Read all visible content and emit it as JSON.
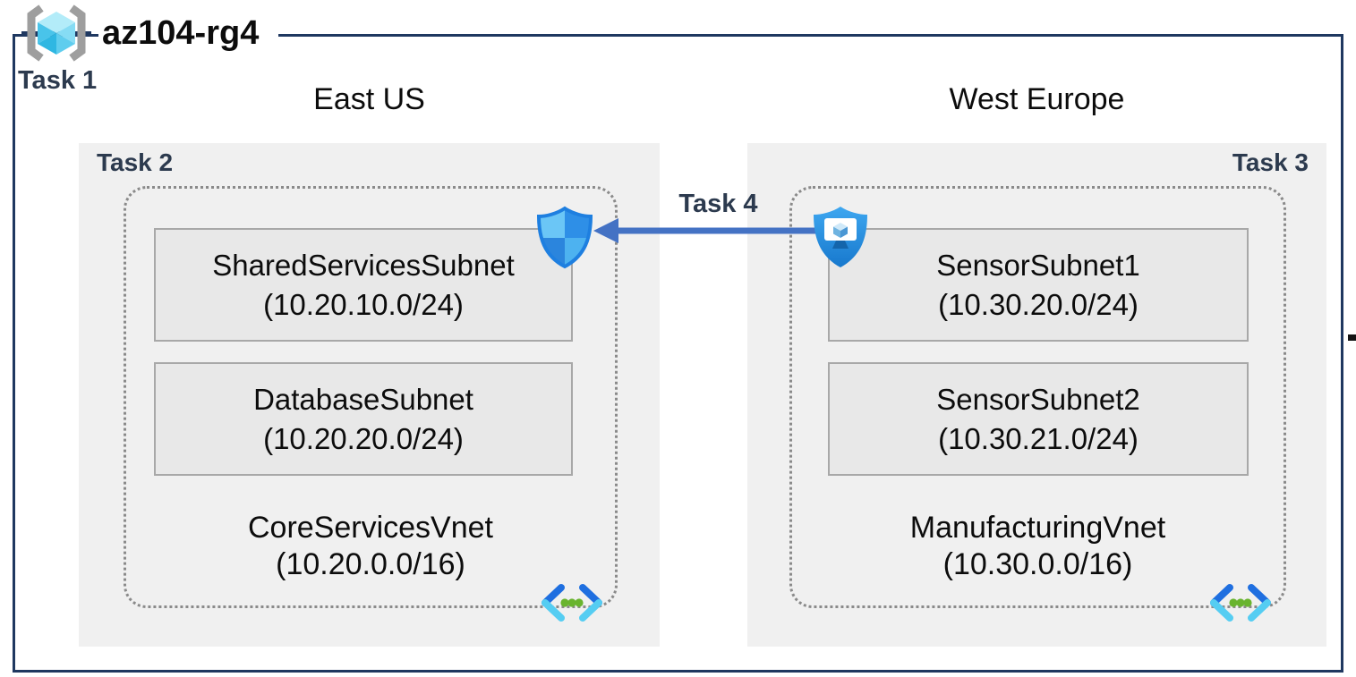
{
  "diagram": {
    "title": "az104-rg4",
    "resource_group_task": "Task 1",
    "regions": [
      {
        "name": "East US",
        "task": "Task 2",
        "vnet": {
          "name": "CoreServicesVnet",
          "cidr": "(10.20.0.0/16)"
        },
        "subnets": [
          {
            "name": "SharedServicesSubnet",
            "cidr": "(10.20.10.0/24)"
          },
          {
            "name": "DatabaseSubnet",
            "cidr": "(10.20.20.0/24)"
          }
        ],
        "attached_icon": "network-security-group-shield"
      },
      {
        "name": "West Europe",
        "task": "Task 3",
        "vnet": {
          "name": "ManufacturingVnet",
          "cidr": "(10.30.0.0/16)"
        },
        "subnets": [
          {
            "name": "SensorSubnet1",
            "cidr": "(10.30.20.0/24)"
          },
          {
            "name": "SensorSubnet2",
            "cidr": "(10.30.21.0/24)"
          }
        ],
        "attached_icon": "application-security-group-shield"
      }
    ],
    "peering": {
      "task": "Task 4",
      "direction": "west-to-east"
    },
    "icons": {
      "header": "resource-group-icon",
      "vnet_corner": "virtual-network-icon"
    },
    "colors": {
      "outer_border": "#1f3860",
      "task_text": "#2c3a4e",
      "region_box_bg": "#f0f0f0",
      "subnet_box_bg": "#e8e8e8",
      "subnet_box_border": "#a8a8a8",
      "dashed_border": "#8a8a8a",
      "arrow_blue": "#4472c4",
      "vnet_icon_dark_blue": "#1f6fe0",
      "vnet_icon_cyan": "#55cdf2",
      "vnet_icon_green": "#69b42e"
    }
  }
}
